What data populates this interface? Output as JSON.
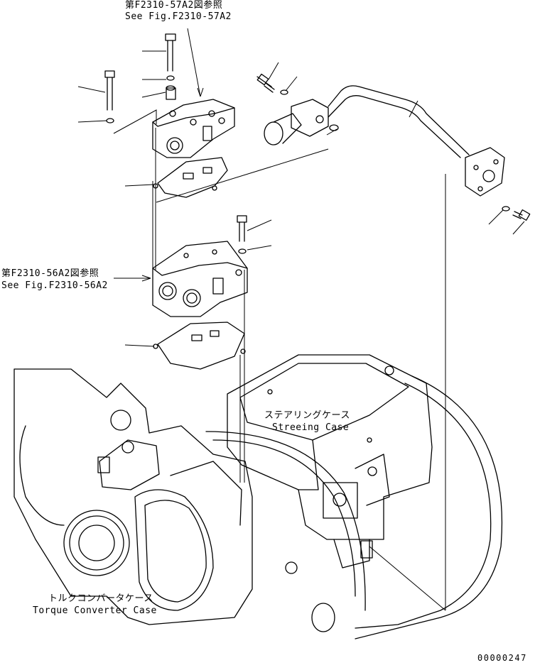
{
  "references": {
    "upper_jp": "第F2310-57A2図参照",
    "upper_en": "See Fig.F2310-57A2",
    "middle_jp": "第F2310-56A2図参照",
    "middle_en": "See Fig.F2310-56A2"
  },
  "labels": {
    "steering_case_jp": "ステアリングケース",
    "steering_case_en": "Streeing Case",
    "torque_case_jp": "トルクコンバータケース",
    "torque_case_en": "Torque Converter Case"
  },
  "drawing_number": "00000247"
}
